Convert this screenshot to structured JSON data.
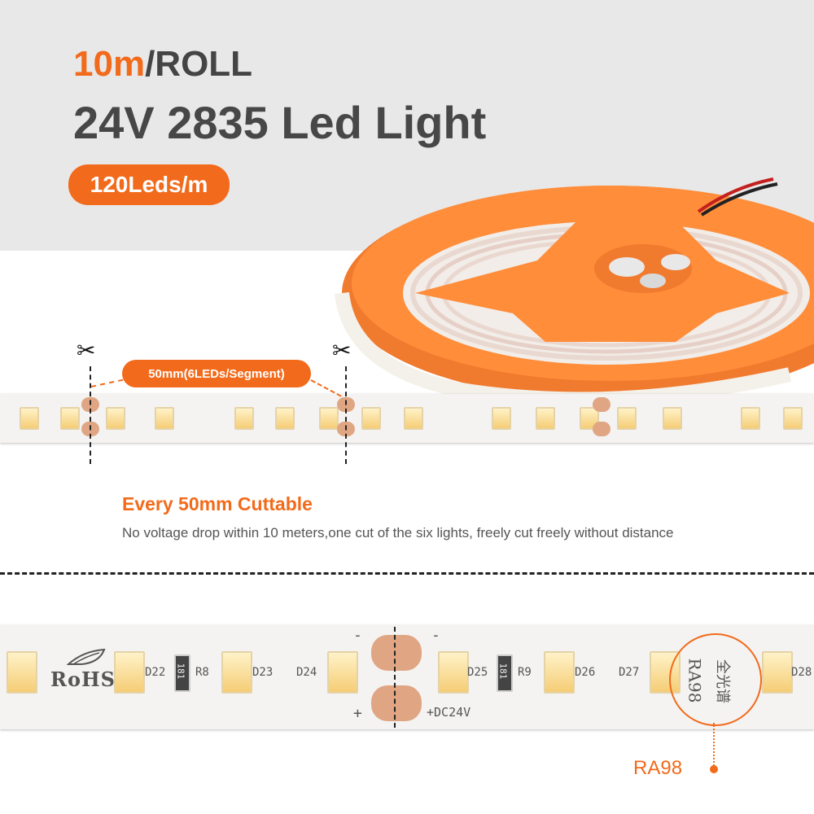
{
  "header": {
    "length": "10m",
    "unit": "/ROLL",
    "title": "24V 2835 Led Light",
    "density_badge": "120Leds/m"
  },
  "segment": {
    "label": "50mm(6LEDs/Segment)",
    "heading": "Every 50mm Cuttable",
    "description": "No voltage drop within 10 meters,one cut of the six lights, freely cut freely without distance"
  },
  "strip_markings": {
    "rohs": "RoHS",
    "voltage": "+DC24V",
    "plus": "+",
    "minus": "-",
    "ra": "RA98",
    "spectrum": "全光谱",
    "components": [
      "D22",
      "R8",
      "D23",
      "D24",
      "D25",
      "R9",
      "D26",
      "D27",
      "D28"
    ],
    "r8_code": "181",
    "r9_code": "181"
  },
  "callout": {
    "ra_label": "RA98"
  },
  "colors": {
    "accent": "#f26a1b",
    "text_dark": "#474747",
    "band": "#e8e8e8"
  }
}
